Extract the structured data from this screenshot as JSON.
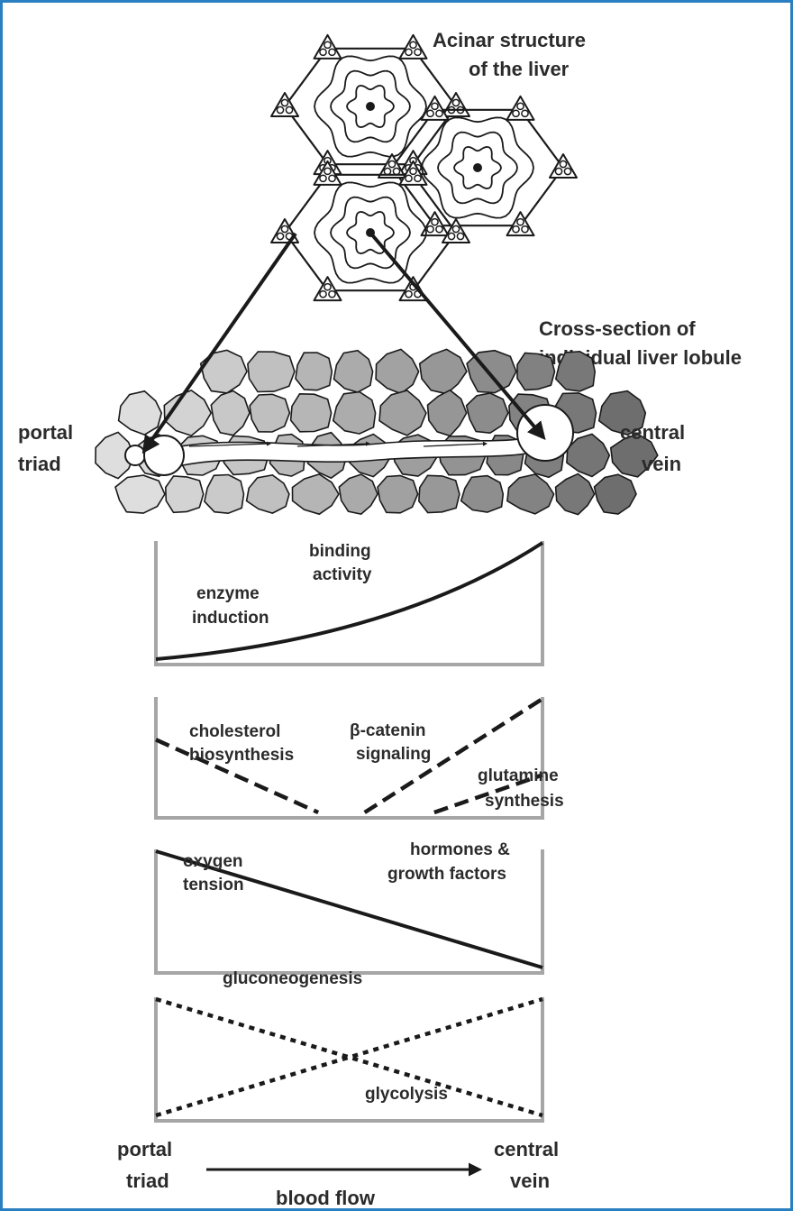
{
  "colors": {
    "border": "#2a7fc0",
    "ink": "#1a1a1a",
    "text": "#2b2b2b",
    "panel_frame": "#a6a6a6",
    "cell_light": "#dedede",
    "cell_mid": "#a9a9a9",
    "cell_dark": "#6e6e6e"
  },
  "top": {
    "acinar_title": [
      "Acinar structure",
      "of the liver"
    ],
    "cross_title": [
      "Cross-section of",
      "individual liver lobule"
    ]
  },
  "lobule": {
    "left_label": [
      "portal",
      "triad"
    ],
    "right_label": [
      "central",
      "vein"
    ]
  },
  "panels": [
    {
      "labels": [
        {
          "lines": [
            "binding",
            "activity"
          ]
        },
        {
          "lines": [
            "enzyme",
            "induction"
          ]
        }
      ],
      "curves": [
        {
          "style": "solid",
          "shape": "rising-convex",
          "values": [
            0.0,
            1.0
          ]
        }
      ]
    },
    {
      "labels": [
        {
          "lines": [
            "cholesterol",
            "biosynthesis"
          ]
        },
        {
          "lines": [
            "β-catenin",
            "signaling"
          ]
        },
        {
          "lines": [
            "glutamine",
            "synthesis"
          ]
        }
      ],
      "curves": [
        {
          "style": "dashed",
          "x": [
            0.0,
            0.42
          ],
          "y": [
            0.64,
            0.0
          ]
        },
        {
          "style": "dashed",
          "x": [
            0.54,
            1.0
          ],
          "y": [
            0.0,
            1.0
          ]
        },
        {
          "style": "dashed",
          "x": [
            0.72,
            1.0
          ],
          "y": [
            0.0,
            0.33
          ]
        }
      ]
    },
    {
      "labels": [
        {
          "lines": [
            "oxygen",
            "tension"
          ]
        },
        {
          "lines": [
            "hormones &",
            "growth factors"
          ]
        }
      ],
      "curves": [
        {
          "style": "solid",
          "x": [
            0.0,
            1.0
          ],
          "y": [
            1.0,
            0.0
          ]
        }
      ]
    },
    {
      "labels": [
        {
          "lines": [
            "gluconeogenesis"
          ]
        },
        {
          "lines": [
            "glycolysis"
          ]
        }
      ],
      "curves": [
        {
          "style": "dotted",
          "x": [
            0.0,
            1.0
          ],
          "y": [
            1.0,
            0.0
          ]
        },
        {
          "style": "dotted",
          "x": [
            0.0,
            1.0
          ],
          "y": [
            0.0,
            1.0
          ]
        }
      ]
    }
  ],
  "footer": {
    "left_label": [
      "portal",
      "triad"
    ],
    "right_label": [
      "central",
      "vein"
    ],
    "axis_label": "blood flow"
  }
}
